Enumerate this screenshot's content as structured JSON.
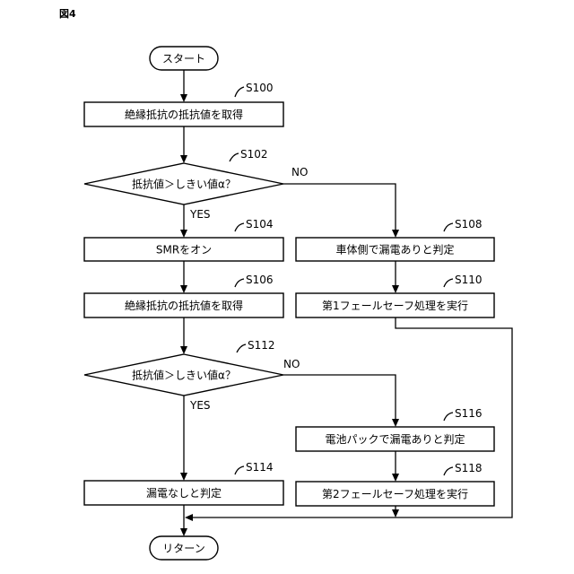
{
  "figure_label": "図4",
  "nodes": {
    "start": {
      "text": "スタート"
    },
    "s100": {
      "step": "S100",
      "text": "絶縁抵抗の抵抗値を取得"
    },
    "s102": {
      "step": "S102",
      "text": "抵抗値＞しきい値α？",
      "yes": "YES",
      "no": "NO"
    },
    "s104": {
      "step": "S104",
      "text": "SMRをオン"
    },
    "s106": {
      "step": "S106",
      "text": "絶縁抵抗の抵抗値を取得"
    },
    "s108": {
      "step": "S108",
      "text": "車体側で漏電ありと判定"
    },
    "s110": {
      "step": "S110",
      "text": "第1フェールセーフ処理を実行"
    },
    "s112": {
      "step": "S112",
      "text": "抵抗値＞しきい値α？",
      "yes": "YES",
      "no": "NO"
    },
    "s114": {
      "step": "S114",
      "text": "漏電なしと判定"
    },
    "s116": {
      "step": "S116",
      "text": "電池パックで漏電ありと判定"
    },
    "s118": {
      "step": "S118",
      "text": "第2フェールセーフ処理を実行"
    },
    "end": {
      "text": "リターン"
    }
  }
}
